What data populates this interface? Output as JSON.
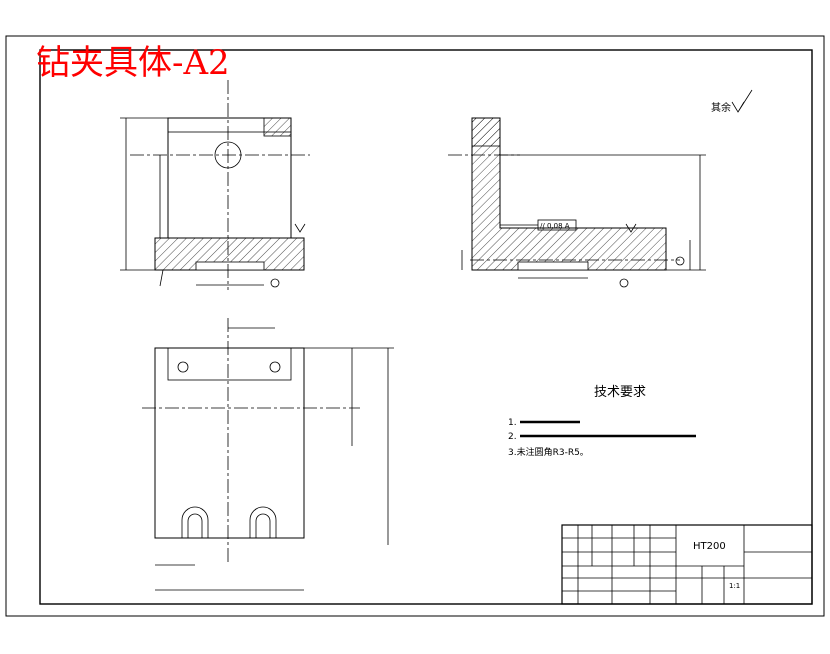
{
  "title_stamp": "钻夹具体-A2",
  "surface_note": "其余",
  "tech_requirements": {
    "heading": "技术要求",
    "items": [
      "1.",
      "2.",
      "3.未注圆角R3-R5。"
    ]
  },
  "title_block": {
    "material": "HT200",
    "scale": "1:1"
  },
  "annotations": {
    "flatness_frame": "// 0.08 A",
    "datum_a": "A"
  },
  "colors": {
    "stamp": "#ff0000",
    "line": "#000000",
    "background": "#ffffff"
  }
}
